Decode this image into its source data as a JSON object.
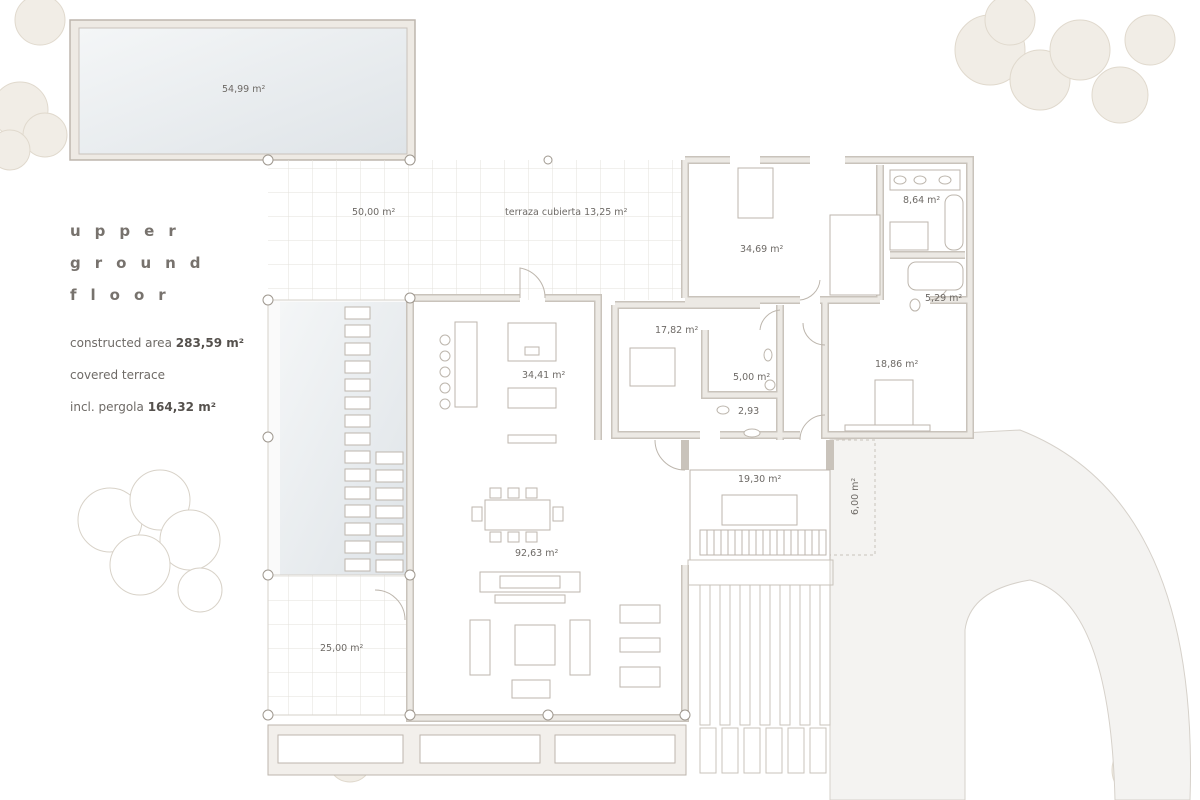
{
  "legend": {
    "title_lines": [
      "upper",
      "ground",
      "floor"
    ],
    "constructed_label": "constructed area",
    "constructed_value": "283,59 m²",
    "covered_label": "covered terrace",
    "pergola_label": "incl. pergola",
    "pergola_value": "164,32 m²"
  },
  "rooms": {
    "pool": "54,99 m²",
    "terrace": "50,00 m²",
    "covered_terrace": "terraza cubierta 13,25 m²",
    "master_bedroom": "34,69 m²",
    "master_bath": "8,64 m²",
    "bath_2": "5,29 m²",
    "bedroom_2": "17,82 m²",
    "bath_3": "5,00 m²",
    "wc": "2,93",
    "bedroom_3": "18,86 m²",
    "kitchen": "34,41 m²",
    "hall": "19,30 m²",
    "porch": "6,00 m²",
    "living": "92,63 m²",
    "lower_terrace": "25,00 m²"
  },
  "colors": {
    "wall": "#e8e4de",
    "wall_edge": "#c9c3bb",
    "tree": "#e9e3d9",
    "pool": "#e6eaed"
  }
}
